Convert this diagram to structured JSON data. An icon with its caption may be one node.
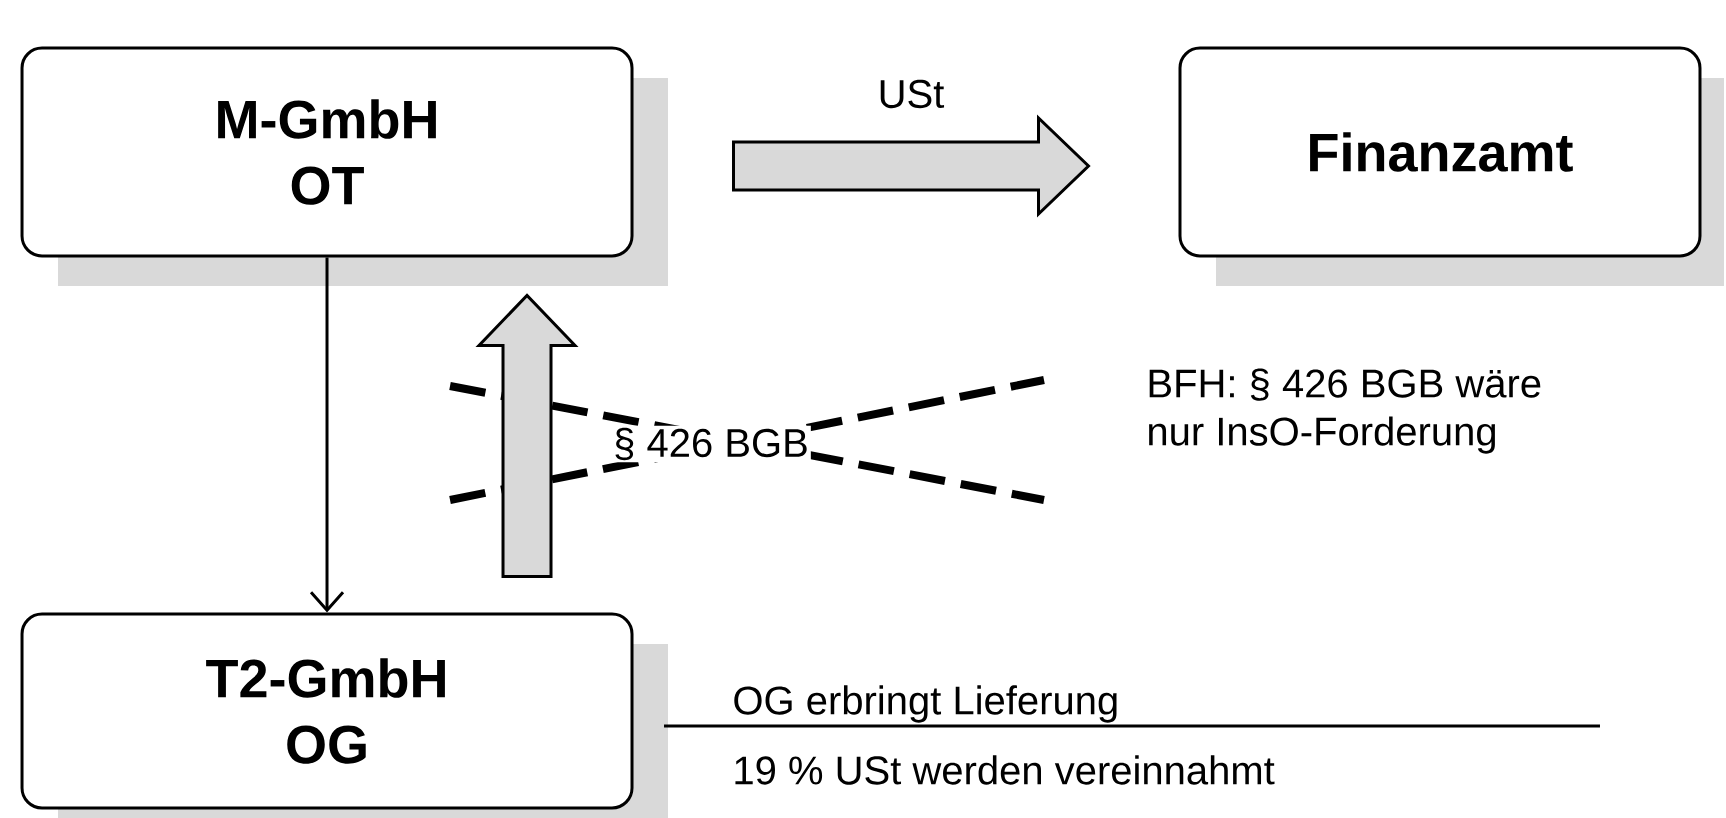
{
  "diagram": {
    "nodes": [
      {
        "text": [
          "M-GmbH",
          "OT"
        ]
      },
      {
        "text": [
          "Finanzamt"
        ]
      },
      {
        "text": [
          "T2-GmbH",
          "OG"
        ]
      }
    ],
    "edges": [
      {
        "from": 0,
        "to": 1,
        "arrow": "to",
        "label": "USt",
        "style": "thick"
      },
      {
        "from": 0,
        "to": 2,
        "arrow": "to"
      },
      {
        "from": 2,
        "to": 0,
        "arrow": "to",
        "label": "§ 426 BGB",
        "style": "thick"
      }
    ],
    "labels": [
      "BFH: § 426 BGB wäre nur InsO-Forderung",
      "OG erbringt Lieferung",
      "19 % USt werden vereinnahmt"
    ]
  }
}
